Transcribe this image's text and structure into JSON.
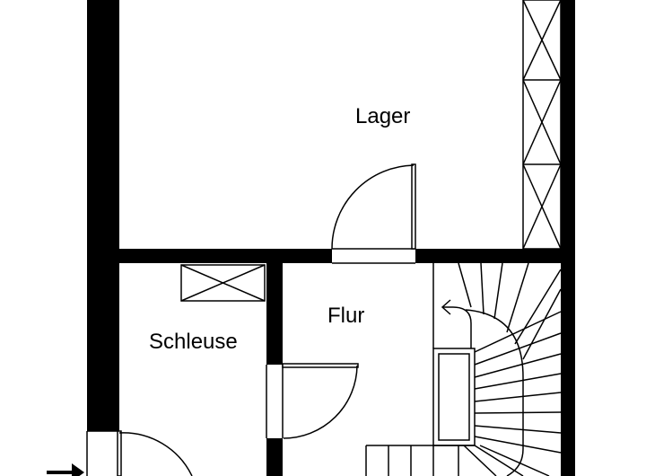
{
  "rooms": {
    "lager": "Lager",
    "flur": "Flur",
    "schleuse": "Schleuse"
  },
  "colors": {
    "wall": "#000000",
    "background": "#ffffff"
  },
  "icons": {
    "entrance": "entrance-arrow-icon",
    "stair_direction": "stair-direction-arrow-icon"
  }
}
